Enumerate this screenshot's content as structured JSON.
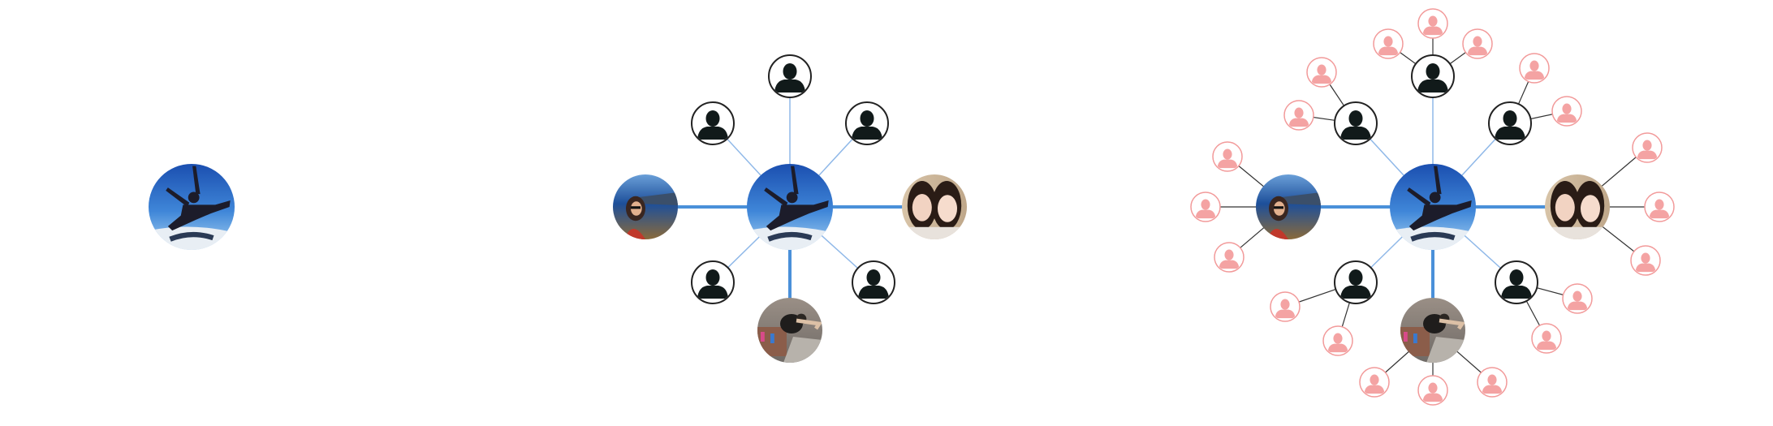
{
  "colors": {
    "strong_edge": "#4a90d9",
    "weak_edge": "#8fb8e8",
    "friend_of_friend_edge": "#333333",
    "acquaintance_ring": "#222222",
    "acquaintance_silhouette": "#111a1a",
    "second_degree_ring": "#f29a9a",
    "second_degree_silhouette": "#f4a3a3",
    "background": "#ffffff"
  },
  "icons": {
    "ego": "center-person-photo-icon",
    "close_friend_photo": "friend-photo-icon",
    "acquaintance": "person-silhouette-icon",
    "second_degree": "pink-person-silhouette-icon"
  },
  "panels": [
    {
      "name": "ego-only"
    },
    {
      "name": "ego-with-friends"
    },
    {
      "name": "ego-with-friends-of-friends"
    }
  ]
}
